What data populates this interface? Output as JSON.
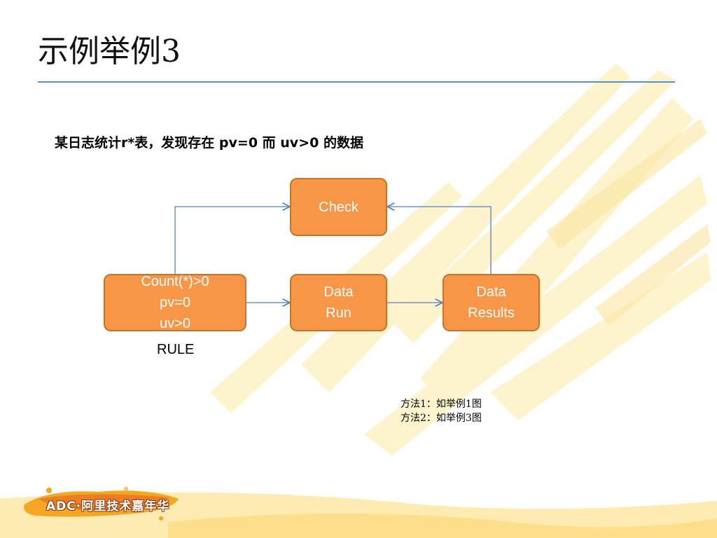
{
  "slide": {
    "title": "示例举例3",
    "subtitle": "某日志统计r*表，发现存在 pv=0 而 uv>0 的数据"
  },
  "diagram": {
    "nodes": {
      "check": "Check",
      "rule": [
        "Count(*)>0",
        "pv=0",
        "uv>0"
      ],
      "run": [
        "Data",
        "Run"
      ],
      "results": [
        "Data",
        "Results"
      ]
    },
    "rule_label": "RULE",
    "edges": [
      {
        "from": "rule",
        "to": "check"
      },
      {
        "from": "rule",
        "to": "run"
      },
      {
        "from": "run",
        "to": "results"
      },
      {
        "from": "results",
        "to": "check"
      }
    ]
  },
  "notes": [
    "方法1：如举例1图",
    "方法2：如举例3图"
  ],
  "logo": {
    "text": "ADC·阿里技术嘉年华"
  },
  "colors": {
    "node_fill": "#f79646",
    "node_border": "#c1742f",
    "connector": "#4f81bd",
    "title_rule": "#5b8fc7"
  }
}
